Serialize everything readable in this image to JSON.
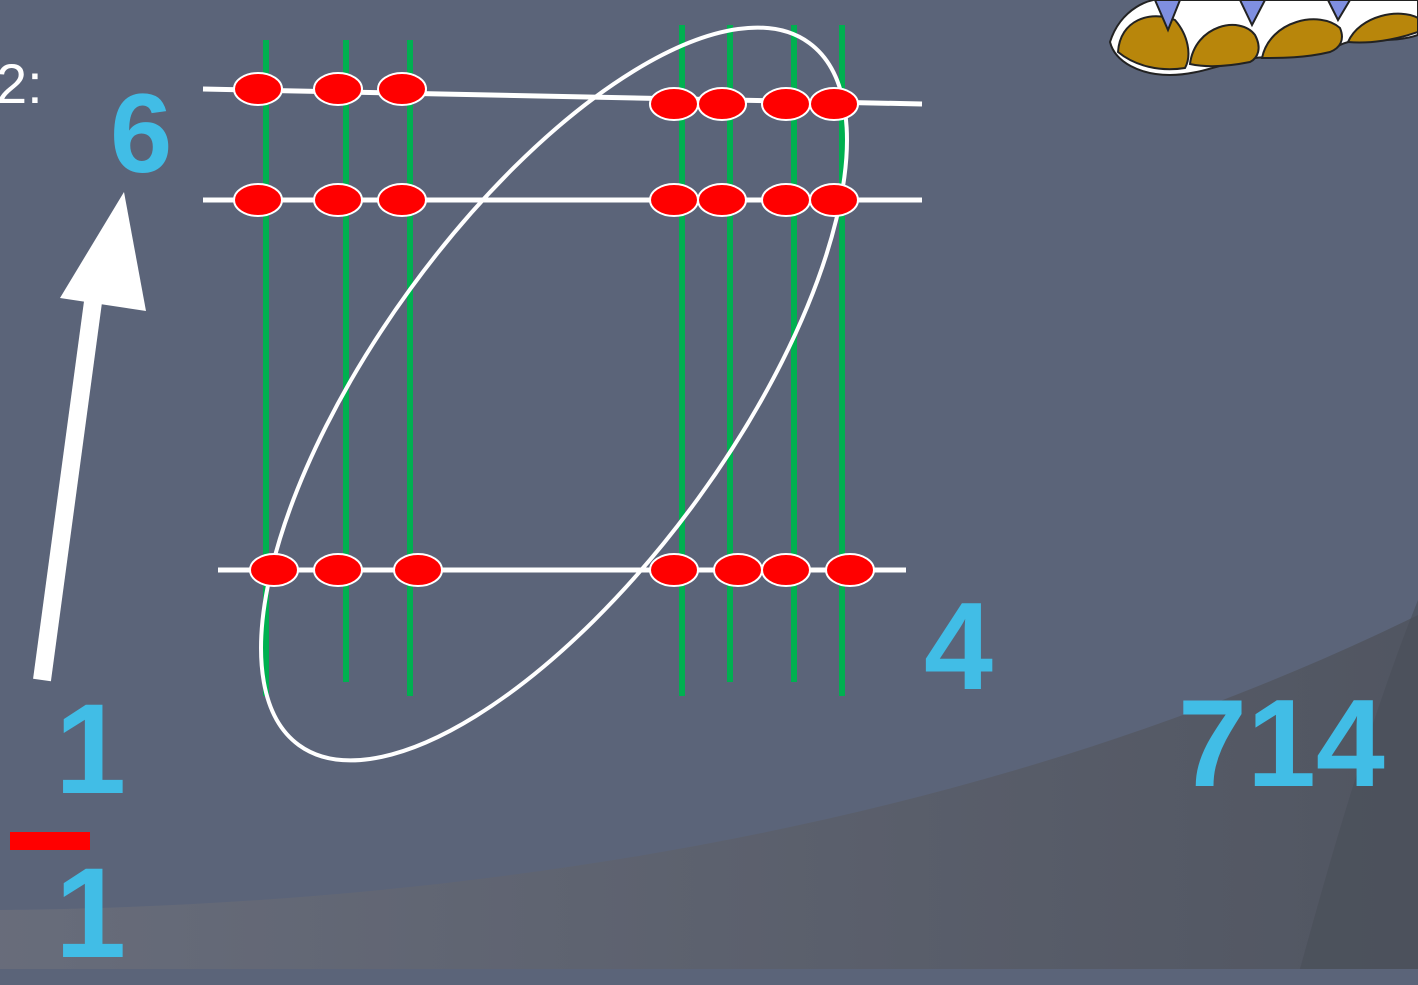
{
  "colors": {
    "background": "#5b6479",
    "digit": "#41bde6",
    "text": "#ffffff",
    "line": "#ffffff",
    "vertical_line": "#00b050",
    "dot": "#ff0000",
    "minus": "#ff0000"
  },
  "labels": {
    "prefix": "2:",
    "digit_6": "6",
    "digit_4": "4",
    "digit_1_top": "1",
    "digit_1_bottom": "1",
    "result": "714"
  },
  "icons": {
    "arrow": "up-arrow-icon",
    "minus": "minus-sign-icon",
    "ellipse": "selection-ellipse",
    "decoration": "flower-clipart"
  }
}
